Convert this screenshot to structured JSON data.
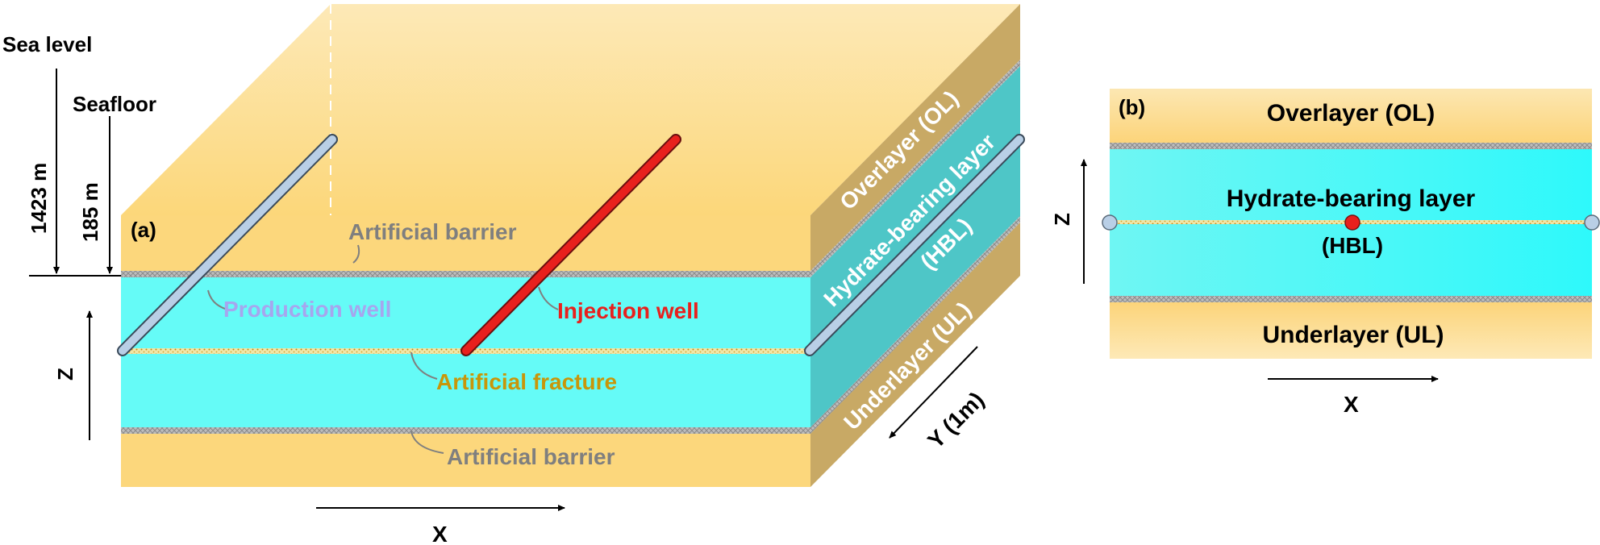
{
  "panel_a": {
    "tag": "(a)",
    "sea_level": "Sea level",
    "seafloor": "Seafloor",
    "depth_sea_level": "1423 m",
    "depth_seafloor": "185 m",
    "barrier_top": "Artificial barrier",
    "barrier_bottom": "Artificial barrier",
    "production_well": "Production well",
    "injection_well": "Injection well",
    "fracture": "Artificial fracture",
    "overlayer": "Overlayer (OL)",
    "hbl_name": "Hydrate-bearing layer",
    "hbl_abbr": "(HBL)",
    "underlayer": "Underlayer (UL)",
    "axis_z": "Z",
    "axis_x": "X",
    "axis_y": "Y (1m)"
  },
  "panel_b": {
    "tag": "(b)",
    "overlayer": "Overlayer (OL)",
    "hbl_name": "Hydrate-bearing layer",
    "hbl_abbr": "(HBL)",
    "underlayer": "Underlayer (UL)",
    "axis_z": "Z",
    "axis_x": "X"
  },
  "colors": {
    "sand": "#fcd77c",
    "hydrate_layer": "#65fbf7",
    "production_well": "#b9cfe6",
    "injection_well": "#e8201d",
    "barrier": "#a7a7a7",
    "fracture": "#c9a23a",
    "label_gray": "#7f7f7f",
    "label_purple": "#a6a6ee",
    "label_red": "#e8201d",
    "label_fracture": "#c8960a"
  }
}
